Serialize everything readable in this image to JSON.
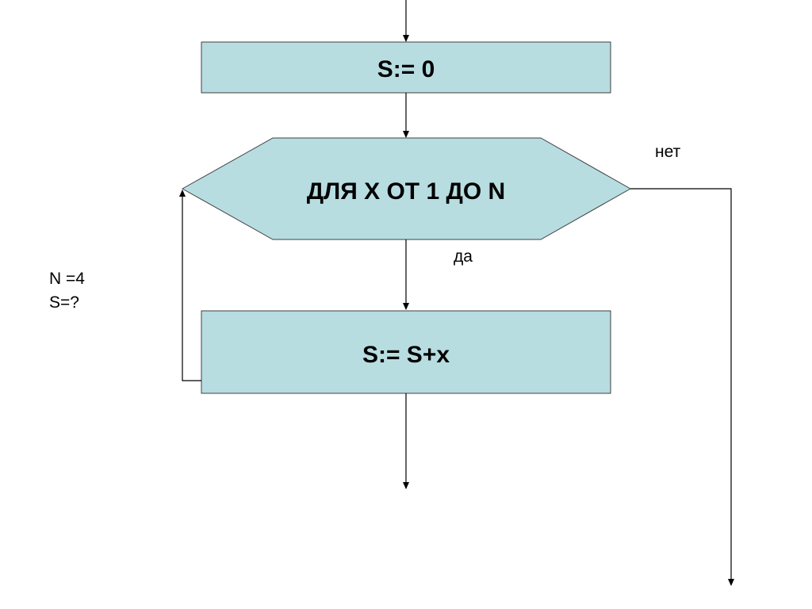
{
  "colors": {
    "shape_fill": "#b7dde1",
    "shape_stroke": "#404040",
    "line": "#000000"
  },
  "blocks": {
    "init": "S:= 0",
    "loop": "ДЛЯ X ОТ 1 ДО N",
    "body": "S:= S+x"
  },
  "labels": {
    "no": "нет",
    "yes": "да"
  },
  "note": {
    "line1": "N =4",
    "line2": "S=?"
  }
}
